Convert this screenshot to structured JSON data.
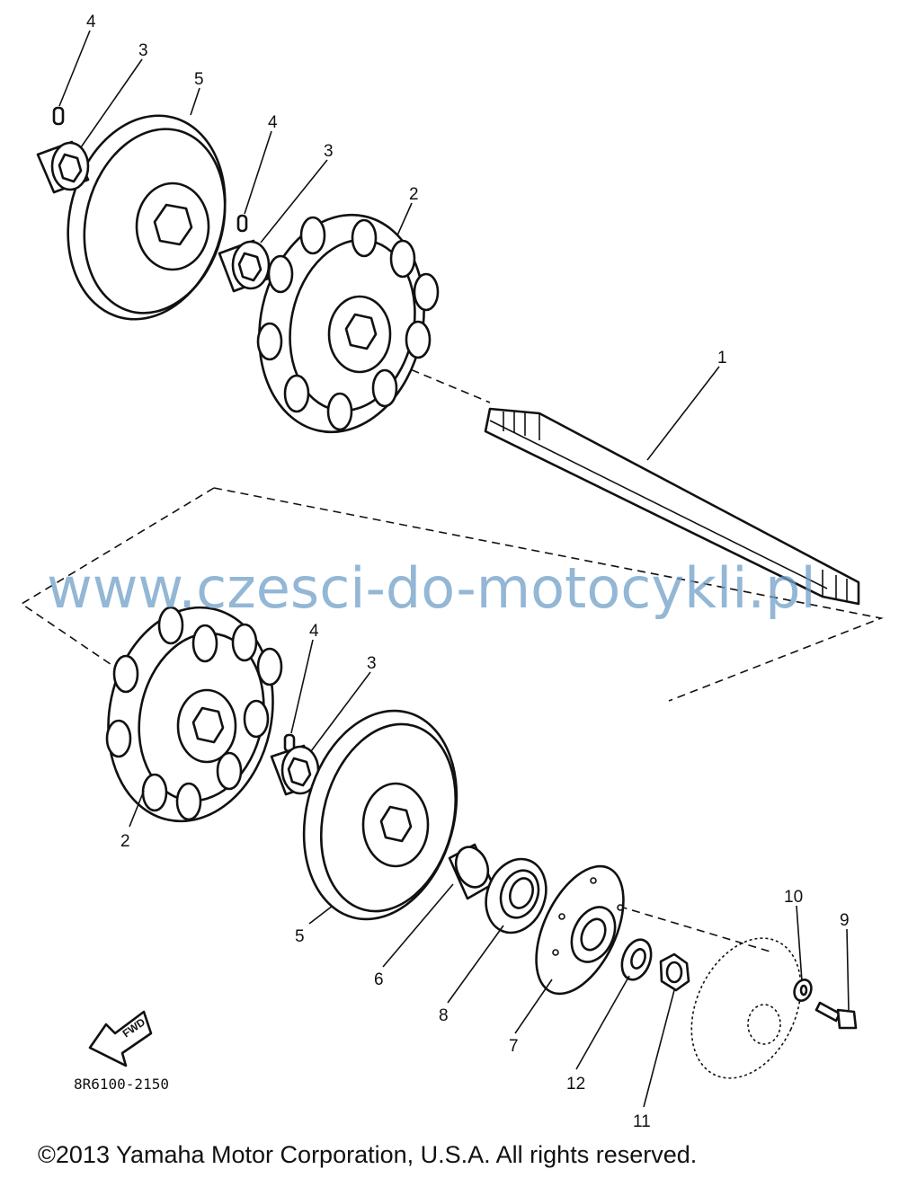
{
  "diagram": {
    "parts": [
      {
        "id": "shaft",
        "label": "1"
      },
      {
        "id": "sprocket-upper",
        "label": "2"
      },
      {
        "id": "sprocket-lower",
        "label": "2"
      },
      {
        "id": "collar-upper-a",
        "label": "3"
      },
      {
        "id": "collar-upper-b",
        "label": "3"
      },
      {
        "id": "collar-lower",
        "label": "3"
      },
      {
        "id": "pin-upper-a",
        "label": "4"
      },
      {
        "id": "pin-upper-b",
        "label": "4"
      },
      {
        "id": "pin-lower",
        "label": "4"
      },
      {
        "id": "wheel-upper",
        "label": "5"
      },
      {
        "id": "wheel-lower",
        "label": "5"
      },
      {
        "id": "spacer",
        "label": "6"
      },
      {
        "id": "housing",
        "label": "7"
      },
      {
        "id": "bearing",
        "label": "8"
      },
      {
        "id": "bolt",
        "label": "9"
      },
      {
        "id": "lock-washer",
        "label": "10"
      },
      {
        "id": "washer",
        "label": "11"
      },
      {
        "id": "nut",
        "label": "12"
      }
    ],
    "fwd_label": "FWD",
    "part_code": "8R6100-2150",
    "watermark": "www.czesci-do-motocykli.pl",
    "copyright": "©2013 Yamaha Motor Corporation, U.S.A. All rights reserved."
  }
}
